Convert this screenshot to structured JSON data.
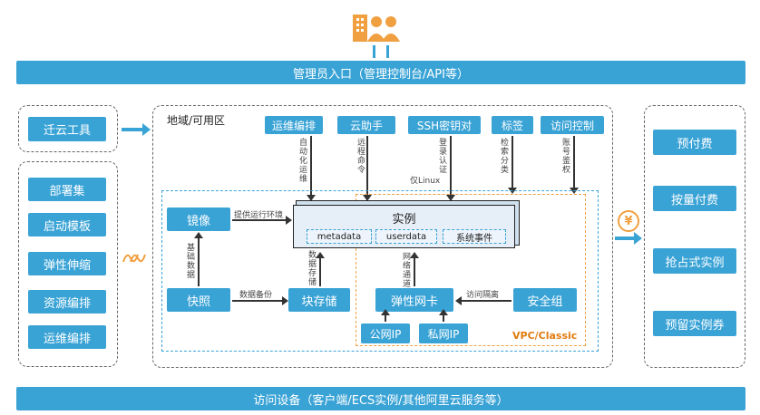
{
  "top_bar": "管理员入口（管理控制台/API等）",
  "bottom_bar": "访问设备（客户端/ECS实例/其他阿里云服务等）",
  "left_top": "迁云工具",
  "left_items": [
    "部署集",
    "启动模板",
    "弹性伸缩",
    "资源编排",
    "运维编排"
  ],
  "region_label": "地域/可用区",
  "top_services": [
    "运维编排",
    "云助手",
    "SSH密钥对",
    "标签",
    "访问控制"
  ],
  "service_notes": [
    "自动化运维",
    "远程命令",
    "登录认证",
    "检索分类",
    "账号鉴权"
  ],
  "linux_note": "仅Linux",
  "instance": {
    "title": "实例",
    "tags": [
      "metadata",
      "userdata",
      "系统事件"
    ]
  },
  "image": "镜像",
  "image_note": "提供运行环境",
  "snapshot": "快照",
  "snapshot_note": "基础数据",
  "block_storage": "块存储",
  "backup_note": "数据备份",
  "storage_note": "数据存储",
  "eni": "弹性网卡",
  "network_note": "网络通道",
  "security_group": "安全组",
  "access_isolation": "访问隔离",
  "public_ip": "公网IP",
  "private_ip": "私网IP",
  "vpc_label": "VPC/Classic",
  "currency": "¥",
  "billing": [
    "预付费",
    "按量付费",
    "抢占式实例",
    "预留实例券"
  ],
  "colors": {
    "primary": "#3aa3d6",
    "accent": "#f0a040"
  }
}
